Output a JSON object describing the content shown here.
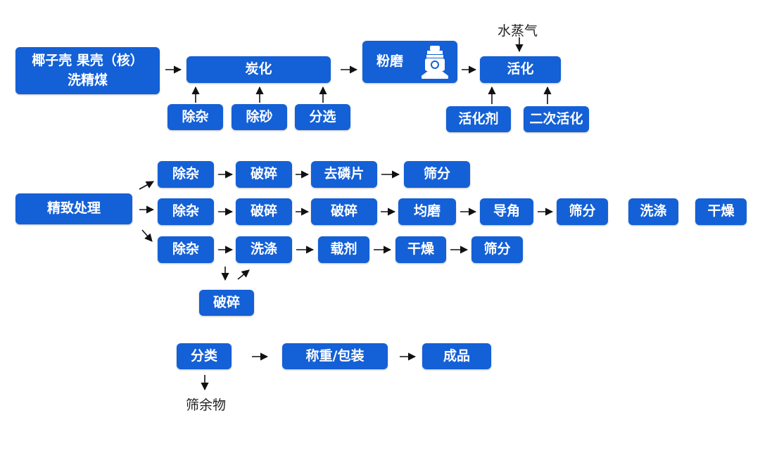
{
  "colors": {
    "node": "#1460d6",
    "node_text": "#ffffff",
    "arrow": "#111111",
    "plain_text": "#222222"
  },
  "row1": {
    "raw_material": "椰子壳 果壳（核）\n洗精煤",
    "carbonize": "炭化",
    "impurity_removal": "除杂",
    "sand_removal": "除砂",
    "sorting": "分选",
    "grinding": "粉磨",
    "grinder_icon": "grinder-machine-icon",
    "steam": "水蒸气",
    "activation": "活化",
    "activator": "活化剂",
    "secondary_activation": "二次活化"
  },
  "row2": {
    "fine_processing": "精致处理",
    "branch_a": [
      "除杂",
      "破碎",
      "去磷片",
      "筛分"
    ],
    "branch_b": [
      "除杂",
      "破碎",
      "破碎",
      "均磨",
      "导角",
      "筛分",
      "洗涤",
      "干燥"
    ],
    "branch_c": [
      "除杂",
      "洗涤",
      "载剂",
      "干燥",
      "筛分"
    ],
    "branch_c_crush": "破碎"
  },
  "row3": {
    "classify": "分类",
    "weigh_pack": "称重/包装",
    "product": "成品",
    "residue": "筛余物"
  }
}
